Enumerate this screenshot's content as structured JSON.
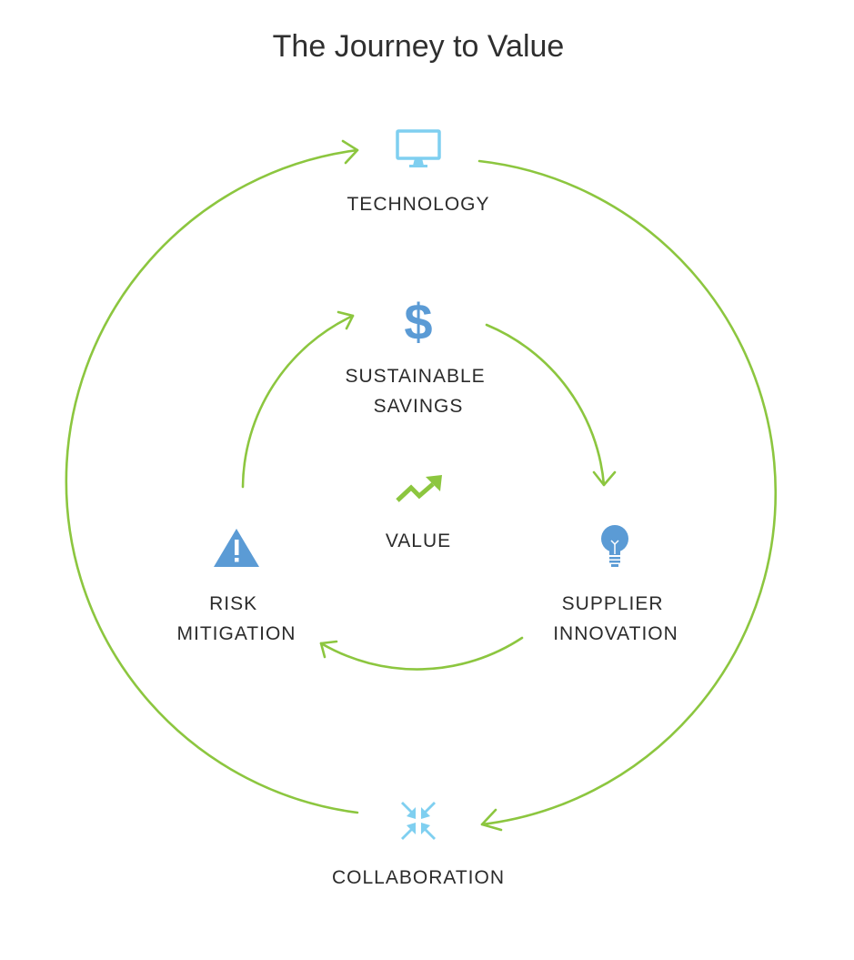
{
  "title": "The Journey to Value",
  "colors": {
    "arrow": "#8cc63f",
    "icon_blue": "#5b9bd5",
    "icon_light_blue": "#7fcff0",
    "value_icon": "#8cc63f",
    "text": "#2b2b2b"
  },
  "outer_cycle": {
    "technology": {
      "label": "TECHNOLOGY",
      "icon": "monitor-icon"
    },
    "collaboration": {
      "label": "COLLABORATION",
      "icon": "arrows-converge-icon"
    }
  },
  "inner_cycle": {
    "sustainable_savings": {
      "line1": "SUSTAINABLE",
      "line2": "SAVINGS",
      "icon": "dollar-sign-icon"
    },
    "supplier_innovation": {
      "line1": "SUPPLIER",
      "line2": "INNOVATION",
      "icon": "lightbulb-icon"
    },
    "risk_mitigation": {
      "line1": "RISK",
      "line2": "MITIGATION",
      "icon": "warning-triangle-icon"
    }
  },
  "center": {
    "label": "VALUE",
    "icon": "trend-up-icon"
  }
}
